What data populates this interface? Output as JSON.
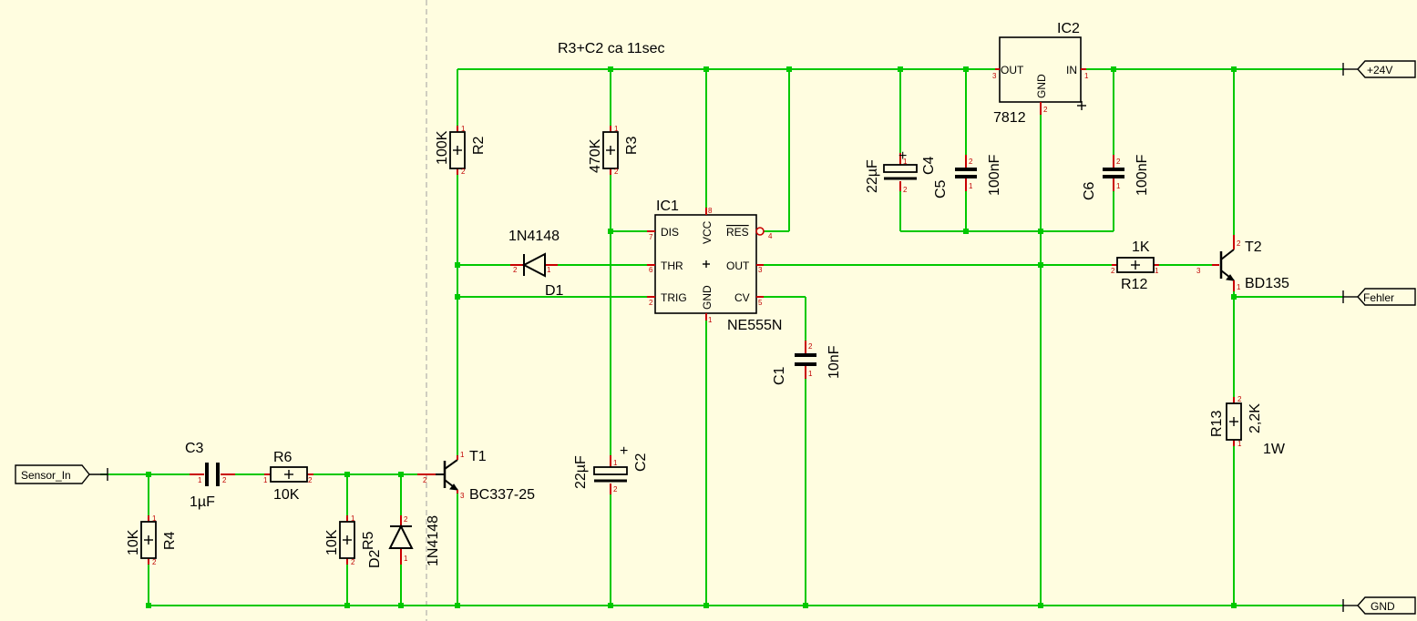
{
  "title": "R3+C2 ca 11sec",
  "ports": {
    "sensor_in": "Sensor_In",
    "v24": "+24V",
    "fehler": "Fehler",
    "gnd": "GND"
  },
  "components": {
    "ic1": {
      "ref": "IC1",
      "value": "NE555N",
      "pins": {
        "dis": "DIS",
        "thr": "THR",
        "trig": "TRIG",
        "vcc": "VCC",
        "gnd": "GND",
        "res": "RES",
        "out": "OUT",
        "cv": "CV"
      }
    },
    "ic2": {
      "ref": "IC2",
      "value": "7812",
      "pins": {
        "out": "OUT",
        "in": "IN",
        "gnd": "GND"
      }
    },
    "r2": {
      "ref": "R2",
      "value": "100K"
    },
    "r3": {
      "ref": "R3",
      "value": "470K"
    },
    "r4": {
      "ref": "R4",
      "value": "10K"
    },
    "r5": {
      "ref": "R5",
      "value": "10K"
    },
    "r6": {
      "ref": "R6",
      "value": "10K"
    },
    "r12": {
      "ref": "R12",
      "value": "1K"
    },
    "r13": {
      "ref": "R13",
      "value": "2,2K",
      "power": "1W"
    },
    "c1": {
      "ref": "C1",
      "value": "10nF"
    },
    "c2": {
      "ref": "C2",
      "value": "22µF"
    },
    "c3": {
      "ref": "C3",
      "value": "1µF"
    },
    "c4": {
      "ref": "C4",
      "value": "22µF"
    },
    "c5": {
      "ref": "C5",
      "value": "100nF"
    },
    "c6": {
      "ref": "C6",
      "value": "100nF"
    },
    "d1": {
      "ref": "D1",
      "value": "1N4148"
    },
    "d2": {
      "ref": "D2",
      "value": "1N4148"
    },
    "t1": {
      "ref": "T1",
      "value": "BC337-25"
    },
    "t2": {
      "ref": "T2",
      "value": "BD135"
    }
  },
  "pin_numbers": {
    "n1": "1",
    "n2": "2",
    "n3": "3",
    "n4": "4",
    "n5": "5",
    "n6": "6",
    "n7": "7",
    "n8": "8"
  },
  "colors": {
    "background": "#fffde0",
    "wire": "#00c800",
    "pin": "#c80000",
    "symbol": "#000000"
  }
}
